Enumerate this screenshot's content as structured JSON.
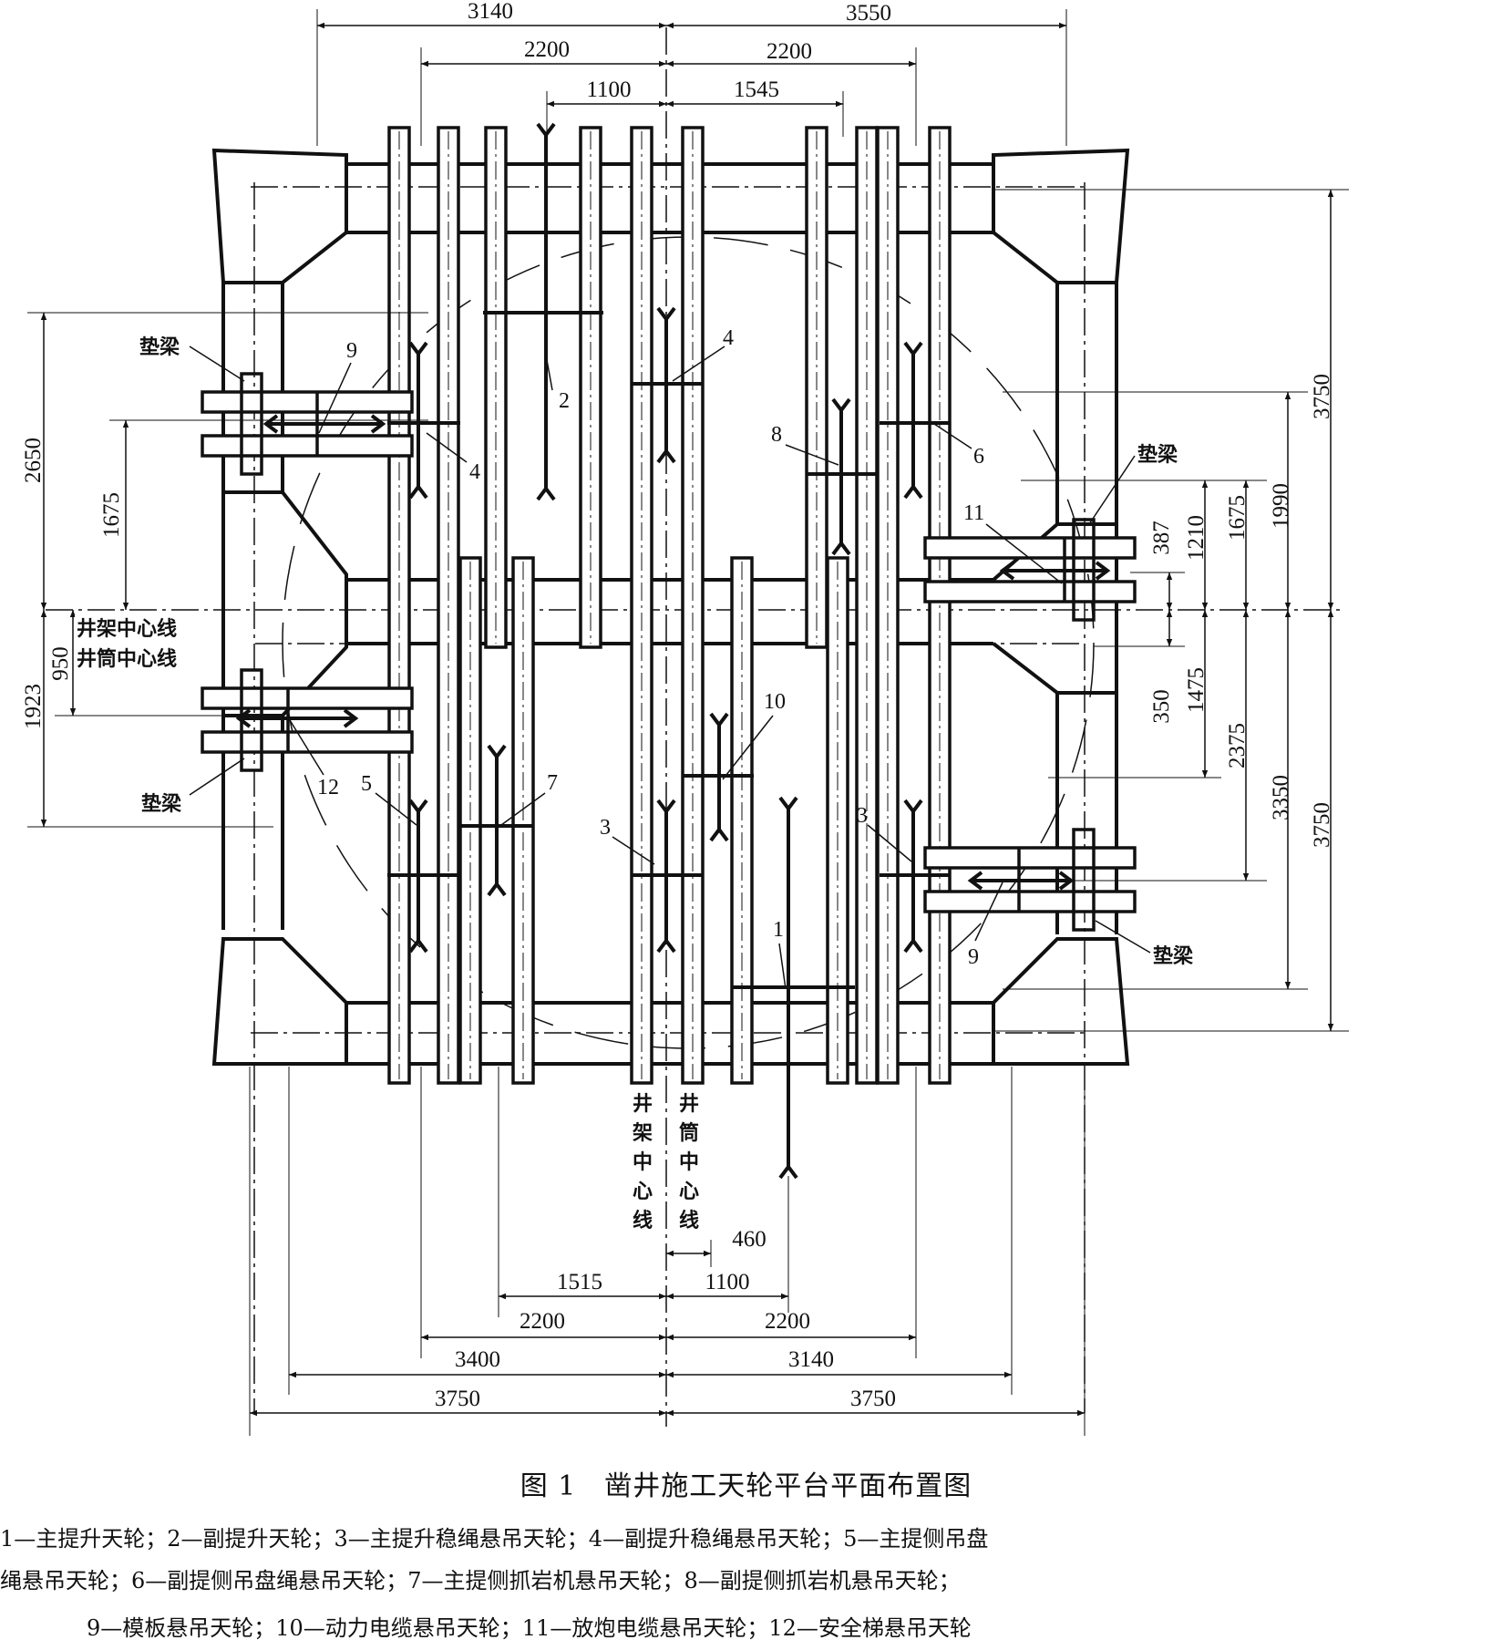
{
  "figure": {
    "title": "图 1　凿井施工天轮平台平面布置图",
    "legend_lines": [
      "1—主提升天轮；2—副提升天轮；3—主提升稳绳悬吊天轮；4—副提升稳绳悬吊天轮；5—主提侧吊盘",
      "绳悬吊天轮；6—副提侧吊盘绳悬吊天轮；7—主提侧抓岩机悬吊天轮；8—副提侧抓岩机悬吊天轮；",
      "9—模板悬吊天轮；10—动力电缆悬吊天轮；11—放炮电缆悬吊天轮；12—安全梯悬吊天轮"
    ]
  },
  "dimensions": {
    "top": {
      "row1_left": "3140",
      "row1_right": "3550",
      "row2_left": "2200",
      "row2_right": "2200",
      "row3_left": "1100",
      "row3_right": "1545"
    },
    "bottom": {
      "row0": "460",
      "row1_left": "1515",
      "row1_right": "1100",
      "row2_left": "2200",
      "row2_right": "2200",
      "row3_left": "3400",
      "row3_right": "3140",
      "row4_left": "3750",
      "row4_right": "3750"
    },
    "left": {
      "outer_top": "2650",
      "inner_top": "1675",
      "inner_bottom": "950",
      "outer_bottom": "1923"
    },
    "right": {
      "d387": "387",
      "d1210": "1210",
      "d1675": "1675",
      "d1990": "1990",
      "d3750_top": "3750",
      "d350": "350",
      "d1475": "1475",
      "d2375": "2375",
      "d3350": "3350",
      "d3750_bottom": "3750"
    }
  },
  "annotations": {
    "frame_centerline": "井架中心线",
    "shaft_centerline": "井筒中心线",
    "pad_beam": "垫梁",
    "frame_centerline_vertical": [
      "井",
      "架",
      "中",
      "心",
      "线"
    ],
    "shaft_centerline_vertical": [
      "井",
      "筒",
      "中",
      "心",
      "线"
    ]
  },
  "item_numbers": [
    "1",
    "2",
    "3",
    "3",
    "4",
    "4",
    "5",
    "6",
    "7",
    "8",
    "9",
    "9",
    "10",
    "11",
    "12"
  ]
}
